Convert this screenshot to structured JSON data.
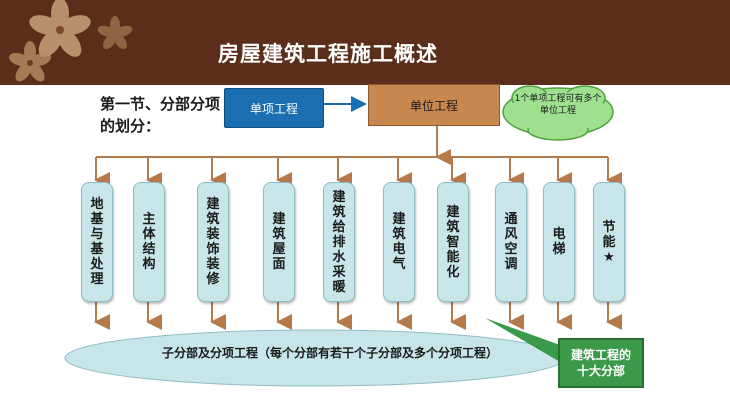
{
  "title": "房屋建筑工程施工概述",
  "section_label": "第一节、分部分项的划分：",
  "boxes": {
    "unit_item": "单项工程",
    "unit_project": "单位工程",
    "cloud": "1个单项工程可有多个单位工程"
  },
  "divisions": [
    {
      "label": "地基与基处理"
    },
    {
      "label": "主体结构"
    },
    {
      "label": "建筑装饰装修"
    },
    {
      "label": "建筑屋面"
    },
    {
      "label": "建筑给排水采暖"
    },
    {
      "label": "建筑电气"
    },
    {
      "label": "建筑智能化"
    },
    {
      "label": "通风空调"
    },
    {
      "label": "电梯"
    },
    {
      "label": "节能★"
    }
  ],
  "ellipse_text": "子分部及分项工程（每个分部有若干个子分部及多个分项工程）",
  "callout": "建筑工程的十大分部",
  "colors": {
    "banner": "#5a2e1a",
    "unit_item_box": "#1b6fb0",
    "unit_project_box": "#c8874f",
    "cloud": "#9fe08f",
    "pill": "#c8e6ea",
    "connector": "#b5794a",
    "ellipse": "#c8e6ea",
    "callout": "#3a9a4a"
  }
}
